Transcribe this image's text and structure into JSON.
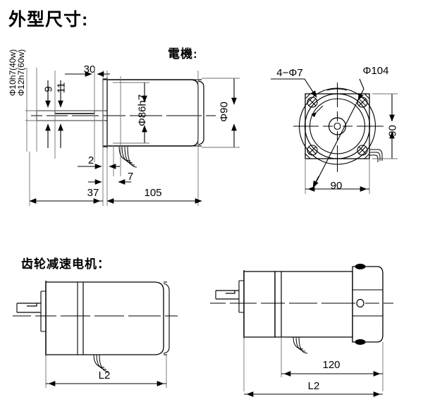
{
  "document": {
    "title": "外型尺寸:",
    "sections": [
      {
        "id": "motor",
        "label": "電機:"
      },
      {
        "id": "gear-motor",
        "label": "齿轮减速电机："
      }
    ]
  },
  "motor_side_view": {
    "shaft_labels": [
      "Φ10h7(40w)",
      "Φ12h7(60w)"
    ],
    "dimensions": {
      "key_height_9": "9",
      "shaft_height_11": "11",
      "key_length_30": "30",
      "gap_2": "2",
      "offset_7": "7",
      "shaft_length_37": "37",
      "body_length_105": "105",
      "body_bore_86": "Φ86h7",
      "body_diameter_90": "Φ90"
    }
  },
  "motor_end_view": {
    "labels": {
      "mounting_holes": "4−Φ7",
      "pilot_circle": "Φ104",
      "flange_height": "90",
      "flange_width": "90"
    }
  },
  "gear_motor_view_left": {
    "dimensions": {
      "overall_length": "L2"
    }
  },
  "gear_motor_view_right": {
    "dimensions": {
      "motor_length": "120",
      "overall_length": "L2"
    }
  },
  "style": {
    "line_color": "#000000",
    "thin_line_color": "#7a7a7a",
    "background": "#ffffff"
  }
}
